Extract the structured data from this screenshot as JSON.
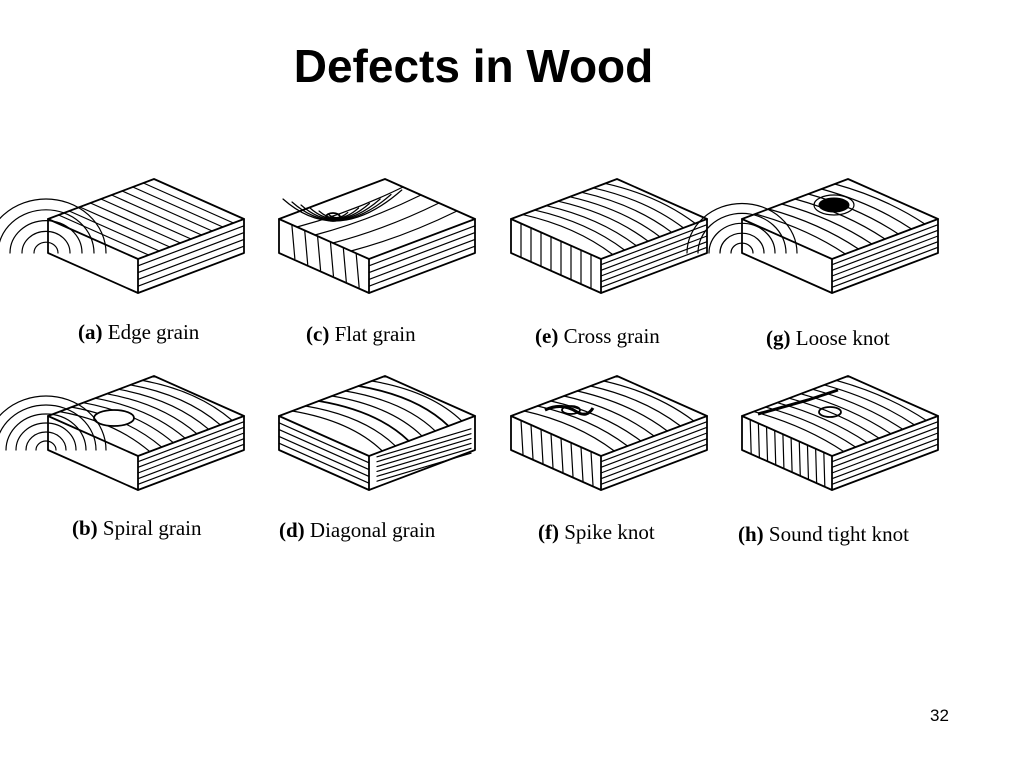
{
  "slide": {
    "title": "Defects in Wood",
    "page_number": "32"
  },
  "figures": [
    {
      "tag": "(a)",
      "label": "Edge grain",
      "pattern": "edge"
    },
    {
      "tag": "(c)",
      "label": "Flat grain",
      "pattern": "flat"
    },
    {
      "tag": "(e)",
      "label": "Cross grain",
      "pattern": "cross"
    },
    {
      "tag": "(g)",
      "label": "Loose knot",
      "pattern": "loose"
    },
    {
      "tag": "(b)",
      "label": "Spiral grain",
      "pattern": "spiral"
    },
    {
      "tag": "(d)",
      "label": "Diagonal grain",
      "pattern": "diagonal"
    },
    {
      "tag": "(f)",
      "label": "Spike knot",
      "pattern": "spike"
    },
    {
      "tag": "(h)",
      "label": "Sound tight knot",
      "pattern": "tight"
    }
  ]
}
